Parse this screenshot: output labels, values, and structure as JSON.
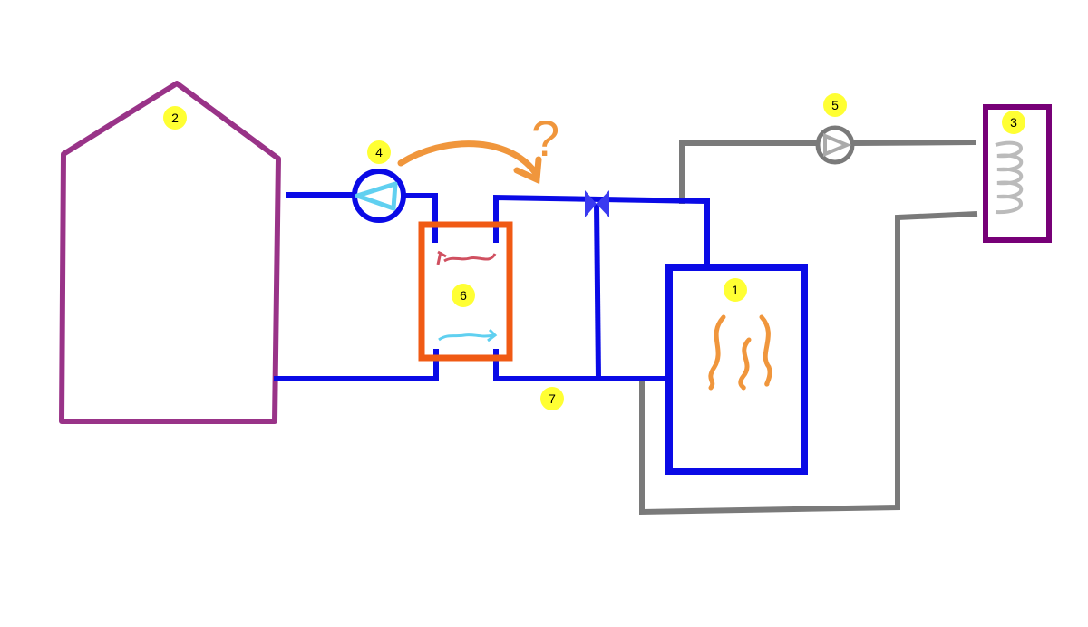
{
  "labels": {
    "boiler": "1",
    "house": "2",
    "storage_tank": "3",
    "pump_primary": "4",
    "pump_secondary": "5",
    "heat_exchanger": "6",
    "pipe_section": "7"
  },
  "annotation": {
    "question_mark": "?"
  },
  "colors": {
    "primary_pipe": "#0a0ae6",
    "secondary_pipe": "#7a7a7a",
    "house": "#993388",
    "tank": "#770077",
    "heat_exchanger": "#f05a14",
    "annotation": "#f0963c",
    "hot_flow": "#d05060",
    "cold_flow": "#60d0f0",
    "label_marker": "#ffff33"
  }
}
